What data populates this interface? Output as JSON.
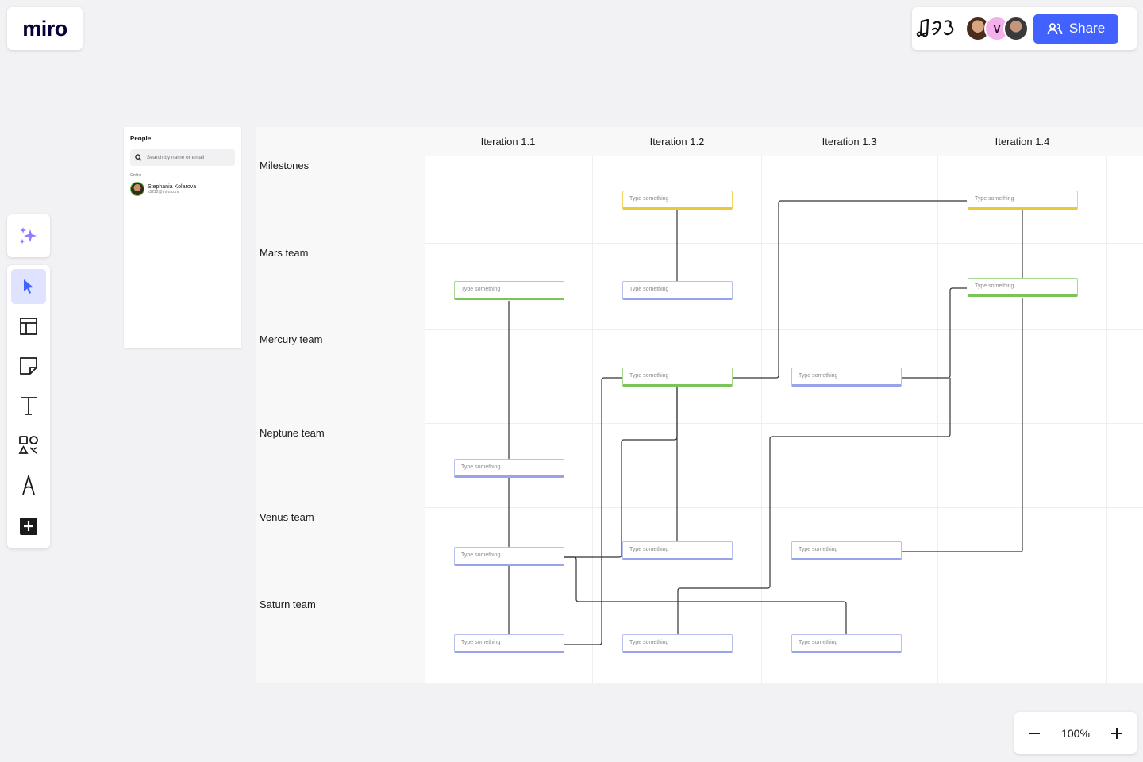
{
  "app": {
    "logo_text": "miro"
  },
  "topbar": {
    "board_icon": "music-notes-icon",
    "collaborators": [
      {
        "name": "collaborator-1",
        "initial": ""
      },
      {
        "name": "collaborator-2",
        "initial": "V"
      },
      {
        "name": "collaborator-3",
        "initial": ""
      }
    ],
    "share_label": "Share",
    "share_color": "#4262ff"
  },
  "toolbar": {
    "ai_tool": "sparkle-icon",
    "tools": [
      {
        "name": "select",
        "icon": "cursor-icon",
        "active": true
      },
      {
        "name": "templates",
        "icon": "layout-icon"
      },
      {
        "name": "sticky-note",
        "icon": "sticky-note-icon"
      },
      {
        "name": "text",
        "icon": "text-icon"
      },
      {
        "name": "shapes",
        "icon": "shapes-icon"
      },
      {
        "name": "pen",
        "icon": "pen-icon"
      },
      {
        "name": "more",
        "icon": "plus-square-icon"
      }
    ]
  },
  "zoom": {
    "value": "100%"
  },
  "people_panel": {
    "title": "People",
    "search_placeholder": "Search by name or email",
    "status_label": "Online",
    "users": [
      {
        "name": "Stephania Kolarova",
        "email": "s5212@miro.com"
      }
    ]
  },
  "board": {
    "columns": [
      "Iteration 1.1",
      "Iteration 1.2",
      "Iteration 1.3",
      "Iteration 1.4"
    ],
    "rows": [
      "Milestones",
      "Mars team",
      "Mercury team",
      "Neptune team",
      "Venus team",
      "Saturn team"
    ],
    "card_placeholder": "Type something",
    "colors": {
      "green": "#7bc45a",
      "blue": "#98a3ea",
      "yellow": "#e9c83a"
    }
  }
}
